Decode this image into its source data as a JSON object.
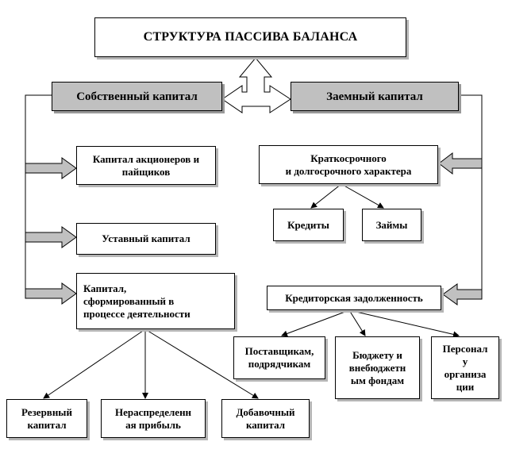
{
  "title": "СТРУКТУРА ПАССИВА БАЛАНСА",
  "own_capital": {
    "label": "Собственный капитал",
    "items": [
      "Капитал акционеров и\nпайщиков",
      "Уставный капитал",
      "Капитал,\nсформированный в\nпроцессе деятельности"
    ],
    "sub_items": [
      "Резервный\nкапитал",
      "Нераспределенн\nая прибыль",
      "Добавочный\nкапитал"
    ]
  },
  "borrowed_capital": {
    "label": "Заемный капитал",
    "term": "Краткосрочного\nи долгосрочного характера",
    "term_items": [
      "Кредиты",
      "Займы"
    ],
    "payables": "Кредиторская задолженность",
    "payables_items": [
      "Поставщикам,\nподрядчикам",
      "Бюджету и\nвнебюджетн\nым фондам",
      "Персонал\nу\nорганиза\nции"
    ]
  },
  "colors": {
    "header_fill": "#c0c0c0",
    "arrow_fill": "#c0c0c0",
    "line": "#000000"
  }
}
